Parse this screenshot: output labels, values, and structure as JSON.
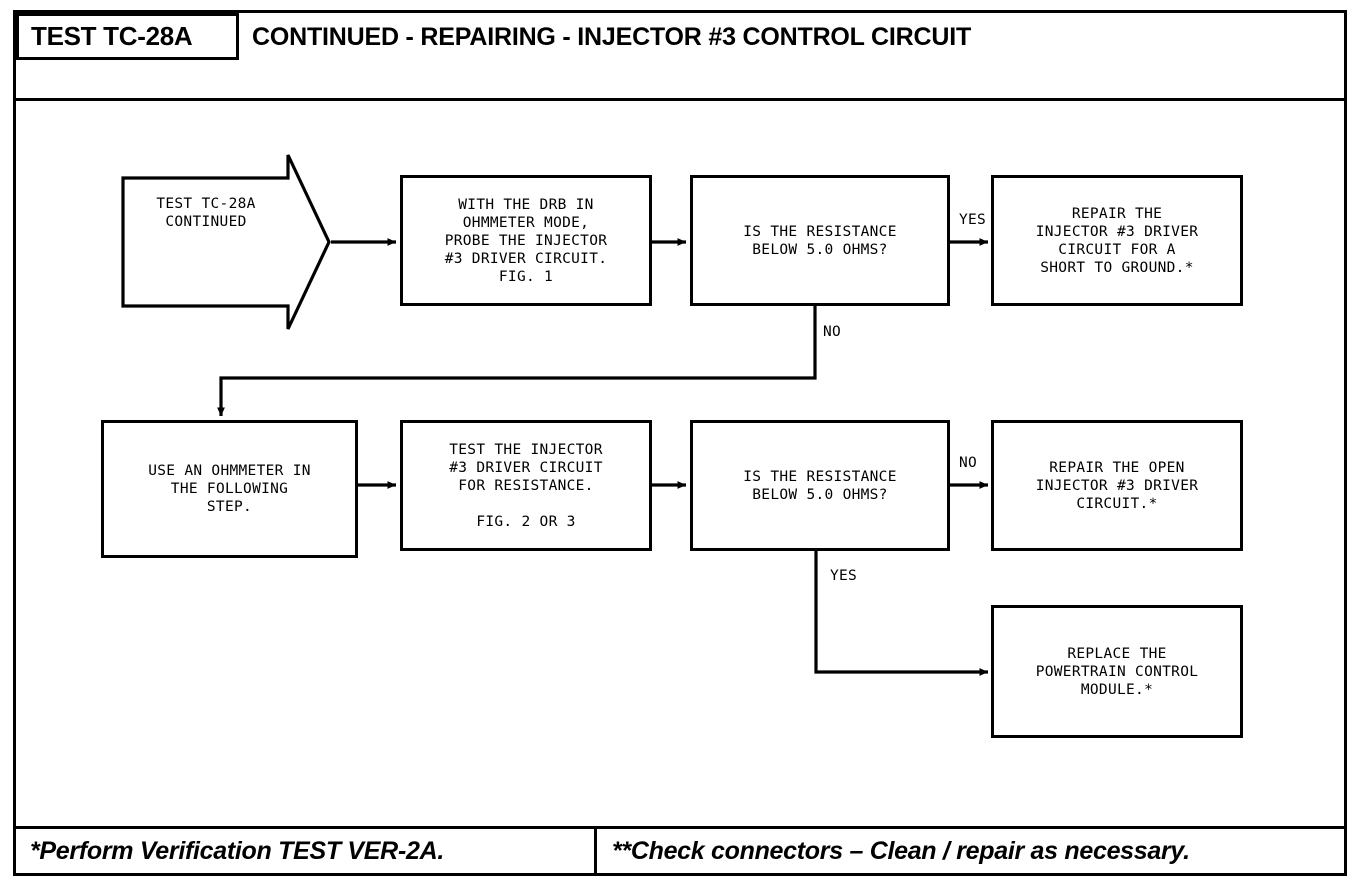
{
  "header": {
    "tag": "TEST TC-28A",
    "title": "CONTINUED -  REPAIRING - INJECTOR #3 CONTROL CIRCUIT"
  },
  "footer": {
    "left_note": "*Perform Verification TEST VER-2A.",
    "right_note": "**Check connectors – Clean / repair as necessary."
  },
  "chart_data": {
    "type": "diagram",
    "title": "CONTINUED -  REPAIRING - INJECTOR #3 CONTROL CIRCUIT",
    "nodes": [
      {
        "id": "start",
        "shape": "arrow",
        "text": "TEST TC-28A\nCONTINUED"
      },
      {
        "id": "probe",
        "shape": "box",
        "text": "WITH THE DRB IN\nOHMMETER MODE,\nPROBE THE INJECTOR\n#3 DRIVER CIRCUIT.\nFIG. 1"
      },
      {
        "id": "dec1",
        "shape": "box",
        "text": "IS THE RESISTANCE\nBELOW 5.0 OHMS?"
      },
      {
        "id": "short",
        "shape": "box",
        "text": "REPAIR THE\nINJECTOR #3 DRIVER\nCIRCUIT FOR A\nSHORT TO GROUND.*"
      },
      {
        "id": "useohm",
        "shape": "box",
        "text": "USE AN OHMMETER IN\nTHE FOLLOWING\nSTEP."
      },
      {
        "id": "testres",
        "shape": "box",
        "text": "TEST THE INJECTOR\n#3 DRIVER CIRCUIT\nFOR RESISTANCE.\n\nFIG. 2 OR 3"
      },
      {
        "id": "dec2",
        "shape": "box",
        "text": "IS THE RESISTANCE\nBELOW 5.0 OHMS?"
      },
      {
        "id": "open",
        "shape": "box",
        "text": "REPAIR THE OPEN\nINJECTOR #3 DRIVER\nCIRCUIT.*"
      },
      {
        "id": "pcm",
        "shape": "box",
        "text": "REPLACE THE\nPOWERTRAIN CONTROL\nMODULE.*"
      }
    ],
    "edges": [
      {
        "from": "start",
        "to": "probe",
        "label": ""
      },
      {
        "from": "probe",
        "to": "dec1",
        "label": ""
      },
      {
        "from": "dec1",
        "to": "short",
        "label": "YES"
      },
      {
        "from": "dec1",
        "to": "useohm",
        "label": "NO"
      },
      {
        "from": "useohm",
        "to": "testres",
        "label": ""
      },
      {
        "from": "testres",
        "to": "dec2",
        "label": ""
      },
      {
        "from": "dec2",
        "to": "open",
        "label": "NO"
      },
      {
        "from": "dec2",
        "to": "pcm",
        "label": "YES"
      }
    ],
    "edge_labels": {
      "yes1": "YES",
      "no1": "NO",
      "no2": "NO",
      "yes2": "YES"
    }
  }
}
